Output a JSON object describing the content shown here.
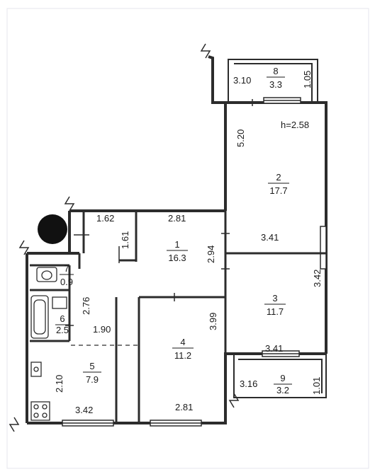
{
  "plan": {
    "height_note": "h=2.58",
    "rooms": [
      {
        "id": "1",
        "number": "1",
        "area": "16.3"
      },
      {
        "id": "2",
        "number": "2",
        "area": "17.7"
      },
      {
        "id": "3",
        "number": "3",
        "area": "11.7"
      },
      {
        "id": "4",
        "number": "4",
        "area": "11.2"
      },
      {
        "id": "5",
        "number": "5",
        "area": "7.9"
      },
      {
        "id": "6",
        "number": "6",
        "area": "2.5"
      },
      {
        "id": "7",
        "number": "7",
        "area": "0.9"
      },
      {
        "id": "8",
        "number": "8",
        "area": "3.3"
      },
      {
        "id": "9",
        "number": "9",
        "area": "3.2"
      }
    ],
    "dimensions": {
      "balcony8_width": "3.10",
      "balcony8_depth": "1.05",
      "room2_depth": "5.20",
      "room2_width": "3.41",
      "hall_top_left": "1.62",
      "hall_top_right": "2.81",
      "hall_side": "1.61",
      "hall_right": "2.94",
      "room3_depth": "3.42",
      "room3_width": "3.41",
      "bath_depth": "2.76",
      "bath_width": "1.90",
      "room4_depth": "3.99",
      "room4_width": "2.81",
      "kitchen_depth": "2.10",
      "kitchen_width": "3.42",
      "balcony9_width": "3.16",
      "balcony9_depth": "1.01"
    }
  }
}
